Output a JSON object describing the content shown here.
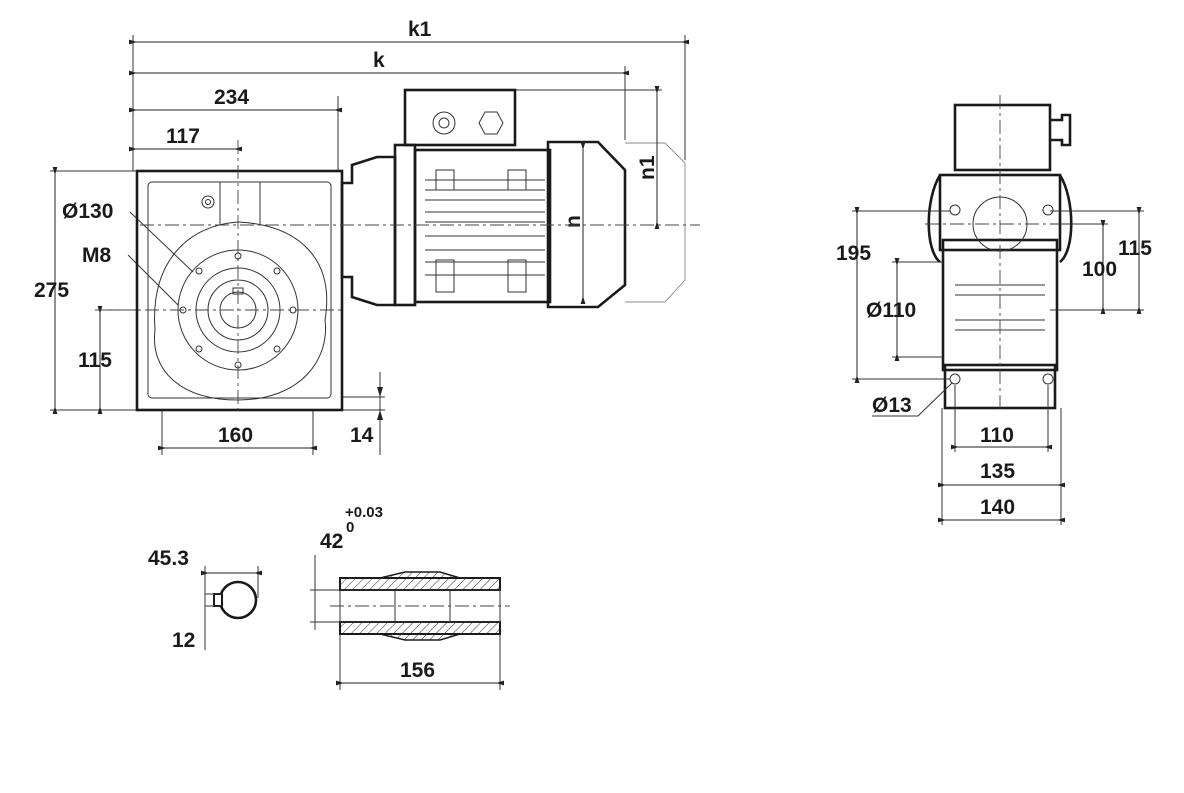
{
  "drawing": {
    "front_view": {
      "k1": "k1",
      "k": "k",
      "width_234": "234",
      "half_117": "117",
      "flange_dia": "Ø130",
      "thread": "M8",
      "height_275": "275",
      "axis_height_115": "115",
      "base_160": "160",
      "base_thickness_14": "14",
      "motor_n": "n",
      "motor_n1": "n1"
    },
    "side_view": {
      "dim_195": "195",
      "pilot_dia": "Ø110",
      "dim_100": "100",
      "dim_115": "115",
      "hole_dia": "Ø13",
      "dim_110": "110",
      "dim_135": "135",
      "dim_140": "140"
    },
    "shaft_detail": {
      "key_height": "45.3",
      "key_width": "12",
      "bore": "42",
      "tol_upper": "+0.03",
      "tol_lower": "0",
      "length": "156"
    }
  }
}
